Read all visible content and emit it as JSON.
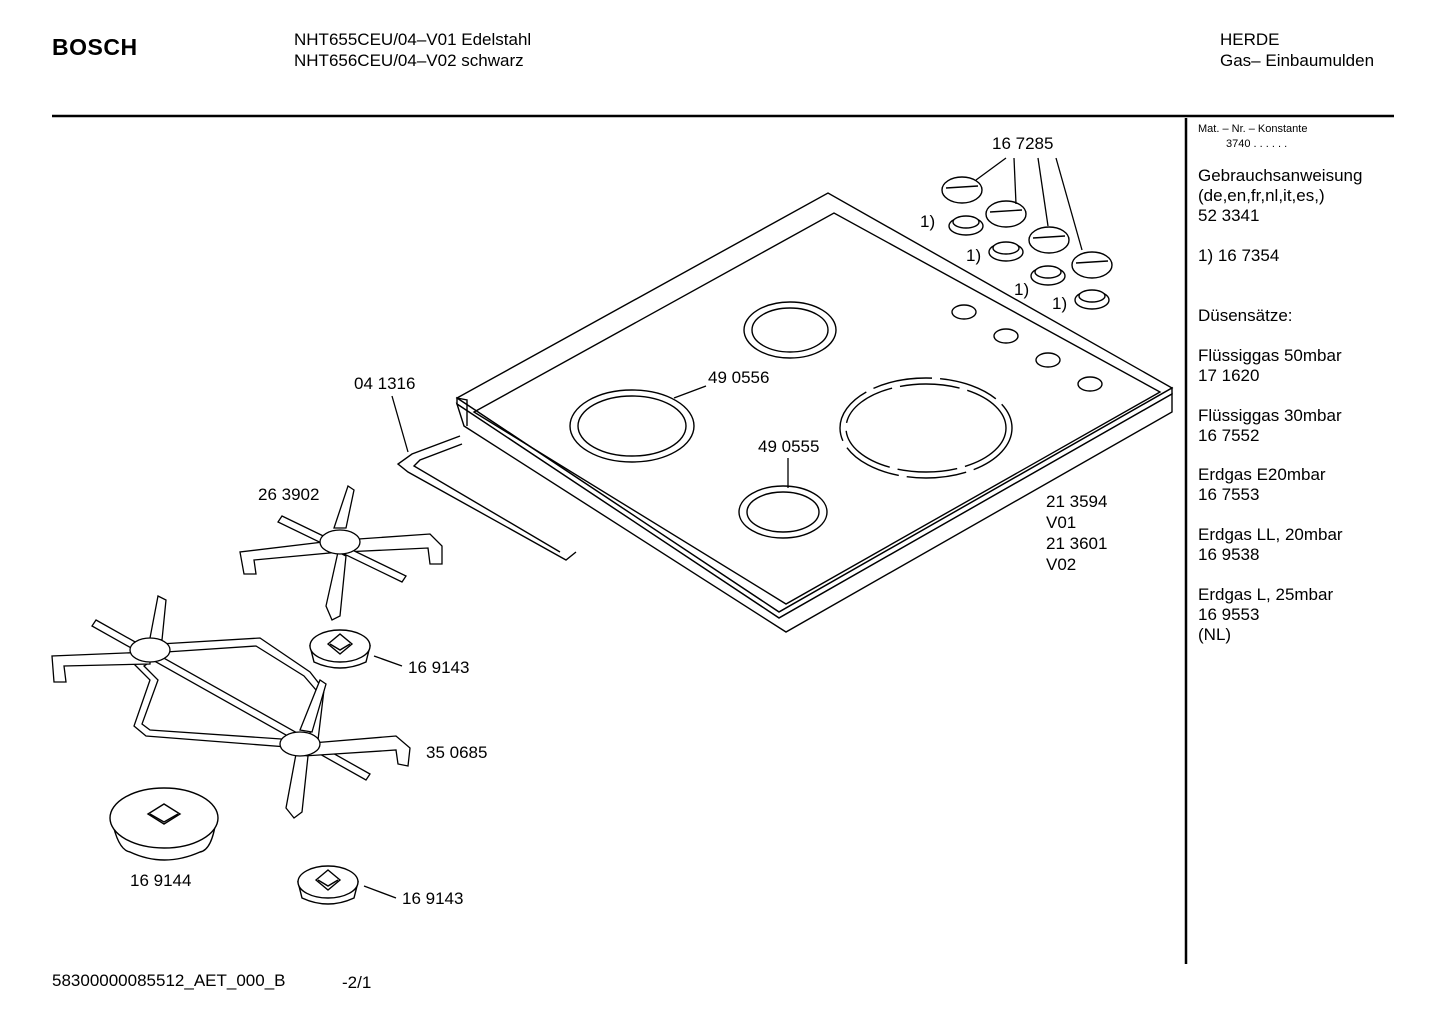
{
  "header": {
    "brand": "BOSCH",
    "model_line_1": "NHT655CEU/04–V01 Edelstahl",
    "model_line_2": "NHT656CEU/04–V02 schwarz",
    "category": "HERDE",
    "subcategory": "Gas– Einbaumulden"
  },
  "sidebar": {
    "mat_nr_label": "Mat. – Nr. – Konstante",
    "mat_nr_value": "3740  .   .    .  .  .  .",
    "manual_title": "Gebrauchsanweisung",
    "manual_langs": "(de,en,fr,nl,it,es,)",
    "manual_number": "52 3341",
    "footnote": "1)  16 7354",
    "nozzle_heading": "Düsensätze:",
    "nozzle_sets": [
      {
        "name": "Flüssiggas 50mbar",
        "number": "17 1620"
      },
      {
        "name": "Flüssiggas 30mbar",
        "number": "16 7552"
      },
      {
        "name": "Erdgas E20mbar",
        "number": "16 7553"
      },
      {
        "name": "Erdgas LL, 20mbar",
        "number": "16 9538"
      },
      {
        "name": "Erdgas L, 25mbar",
        "number": "16 9553"
      }
    ],
    "nozzle_note": "(NL)"
  },
  "parts": {
    "knobs": "16 7285",
    "footnote_marker": "1)",
    "seal": "04 1316",
    "burner_ring_large": "49 0556",
    "burner_ring_small": "49 0555",
    "hob_v01_number": "21 3594",
    "hob_v01_variant": "V01",
    "hob_v02_number": "21 3601",
    "hob_v02_variant": "V02",
    "grate_single": "26 3902",
    "burner_cap_small_top": "16 9143",
    "grate_double": "35 0685",
    "burner_cap_large": "16 9144",
    "burner_cap_small_bottom": "16 9143"
  },
  "footer": {
    "document_id": "58300000085512_AET_000_B",
    "page": "-2/1"
  }
}
